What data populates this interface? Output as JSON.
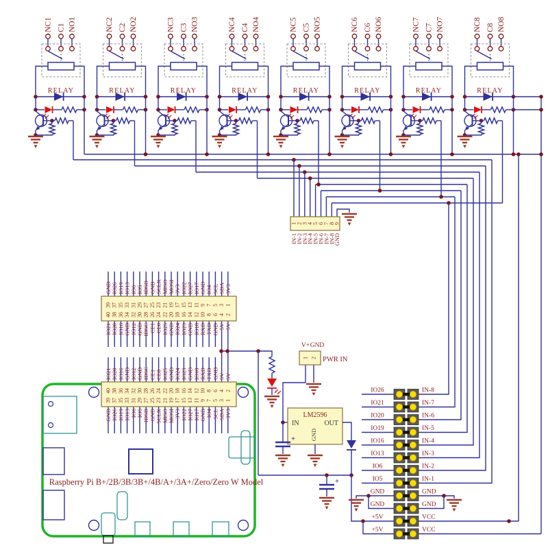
{
  "colors": {
    "wire": "#31319b",
    "junction": "#7d1414",
    "ground": "#9c3a28",
    "label": "#8b1d1d",
    "led": "#dd1111",
    "boxFill": "#fcf8c5",
    "boxStroke": "#8a6d3b",
    "dash": "#8c8c8c",
    "board": "#1fb426",
    "teal": "#2f9494",
    "padGray": "#595959",
    "padYellow": "#f2e005",
    "barBlack": "#141414",
    "darkText": "#3a3a3a"
  },
  "relays": {
    "label": "RELAY",
    "channels": [
      {
        "nc": "NC1",
        "c": "C1",
        "no": "NO1"
      },
      {
        "nc": "NC2",
        "c": "C2",
        "no": "NO2"
      },
      {
        "nc": "NC3",
        "c": "C3",
        "no": "NO3"
      },
      {
        "nc": "NC4",
        "c": "C4",
        "no": "NO4"
      },
      {
        "nc": "NC5",
        "c": "C5",
        "no": "NO5"
      },
      {
        "nc": "NC6",
        "c": "C6",
        "no": "NO6"
      },
      {
        "nc": "NC7",
        "c": "C7",
        "no": "NO7"
      },
      {
        "nc": "NC8",
        "c": "C8",
        "no": "NO8"
      }
    ]
  },
  "headers": {
    "pins_odd": [
      "39",
      "37",
      "35",
      "33",
      "31",
      "29",
      "27",
      "25",
      "23",
      "21",
      "19",
      "17",
      "15",
      "13",
      "11",
      "9",
      "7",
      "5",
      "3",
      "1"
    ],
    "pins_even": [
      "40",
      "38",
      "36",
      "34",
      "32",
      "30",
      "28",
      "26",
      "24",
      "22",
      "20",
      "18",
      "16",
      "14",
      "12",
      "10",
      "8",
      "6",
      "4",
      "2"
    ],
    "breakout": {
      "top_labels": [
        "GND",
        "IO26",
        "IO19",
        "IO13",
        "IO6",
        "IO5",
        "IDSD",
        "GND",
        "SCLK",
        "MISO",
        "MOSI",
        "3V3",
        "IO22",
        "IO27",
        "IO17",
        "GND",
        "IO4",
        "SCL",
        "SDA",
        "3V3"
      ],
      "bottom_labels": [
        "IO21",
        "IO20",
        "IO16",
        "GND",
        "IO12",
        "GND",
        "IDSC",
        "CE1",
        "CE0",
        "IO25",
        "GND",
        "IO24",
        "IO23",
        "GND",
        "IO18",
        "RXD",
        "TXD",
        "GND",
        "5V",
        "5V"
      ]
    },
    "pi": {
      "top_labels": [
        "IO21",
        "IO20",
        "IO16",
        "GND",
        "IO12",
        "GND",
        "IDSC",
        "CE1",
        "CE0",
        "IO25",
        "GND",
        "IO24",
        "IO23",
        "GND",
        "IO18",
        "RXD",
        "TXD",
        "GND",
        "5V",
        "5V"
      ],
      "bottom_labels": [
        "GND",
        "IO26",
        "IO19",
        "IO13",
        "IO6",
        "IO5",
        "IDSD",
        "GND",
        "SCLK",
        "MISO",
        "MOSI",
        "3V3",
        "IO22",
        "IO27",
        "IO17",
        "GND",
        "IO4",
        "SCL",
        "SDA",
        "3V3"
      ]
    }
  },
  "in_connector": {
    "pins": [
      "1",
      "2",
      "3",
      "4",
      "5",
      "6",
      "7",
      "8",
      "9"
    ],
    "labels": [
      "IN-1",
      "IN-2",
      "IN-3",
      "IN-4",
      "IN-5",
      "IN-6",
      "IN-7",
      "IN-8",
      "GND"
    ]
  },
  "pwr": {
    "title": "PWR IN",
    "v_plus": "V+",
    "gnd": "GND",
    "pins": [
      "1",
      "2"
    ]
  },
  "regulator": {
    "title": "LM2596",
    "pin_in": "IN",
    "pin_out": "OUT",
    "pin_gnd": "GND"
  },
  "pi_board": {
    "caption": "Raspberry Pi B+/2B/3B/3B+/4B/A+/3A+/Zero/Zero W  Model"
  },
  "jumpers": {
    "rows": [
      {
        "left": "IO26",
        "right": "IN-8"
      },
      {
        "left": "IO21",
        "right": "IN-7"
      },
      {
        "left": "IO20",
        "right": "IN-6"
      },
      {
        "left": "IO19",
        "right": "IN-5"
      },
      {
        "left": "IO16",
        "right": "IN-4"
      },
      {
        "left": "IO13",
        "right": "IN-3"
      },
      {
        "left": "IO6",
        "right": "IN-2"
      },
      {
        "left": "IO5",
        "right": "IN-1"
      },
      {
        "left": "GND",
        "right": "GND"
      },
      {
        "left": "GND",
        "right": "GND"
      },
      {
        "left": "+5V",
        "right": "VCC"
      },
      {
        "left": "+5V",
        "right": "VCC"
      }
    ]
  },
  "misc": {
    "plus": "+"
  }
}
